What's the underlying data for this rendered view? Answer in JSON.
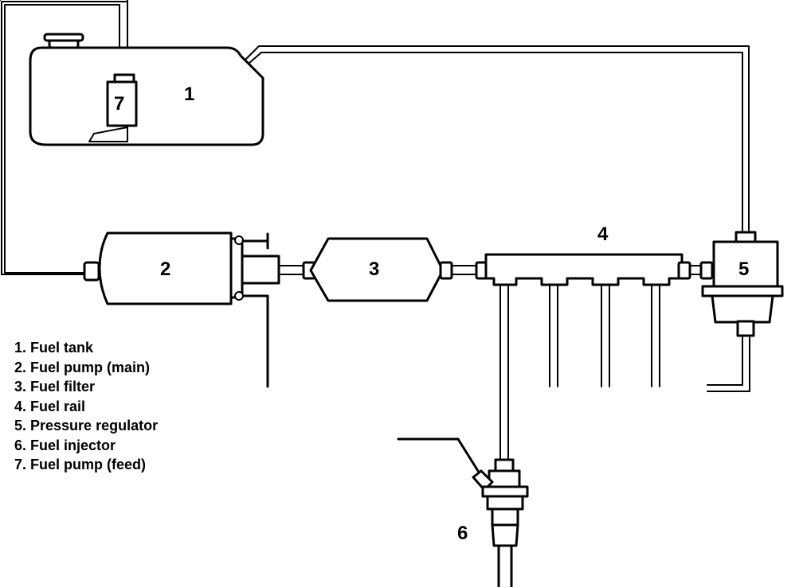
{
  "components": [
    {
      "number": "1",
      "name": "Fuel tank"
    },
    {
      "number": "2",
      "name": "Fuel pump (main)"
    },
    {
      "number": "3",
      "name": "Fuel filter"
    },
    {
      "number": "4",
      "name": "Fuel rail"
    },
    {
      "number": "5",
      "name": "Pressure regulator"
    },
    {
      "number": "6",
      "name": "Fuel injector"
    },
    {
      "number": "7",
      "name": "Fuel pump (feed)"
    }
  ],
  "legend": [
    "1. Fuel tank",
    "2. Fuel pump (main)",
    "3. Fuel filter",
    "4. Fuel rail",
    "5. Pressure regulator",
    "6. Fuel injector",
    "7. Fuel pump (feed)"
  ],
  "colors": {
    "ink": "#000000",
    "background": "#ffffff"
  }
}
